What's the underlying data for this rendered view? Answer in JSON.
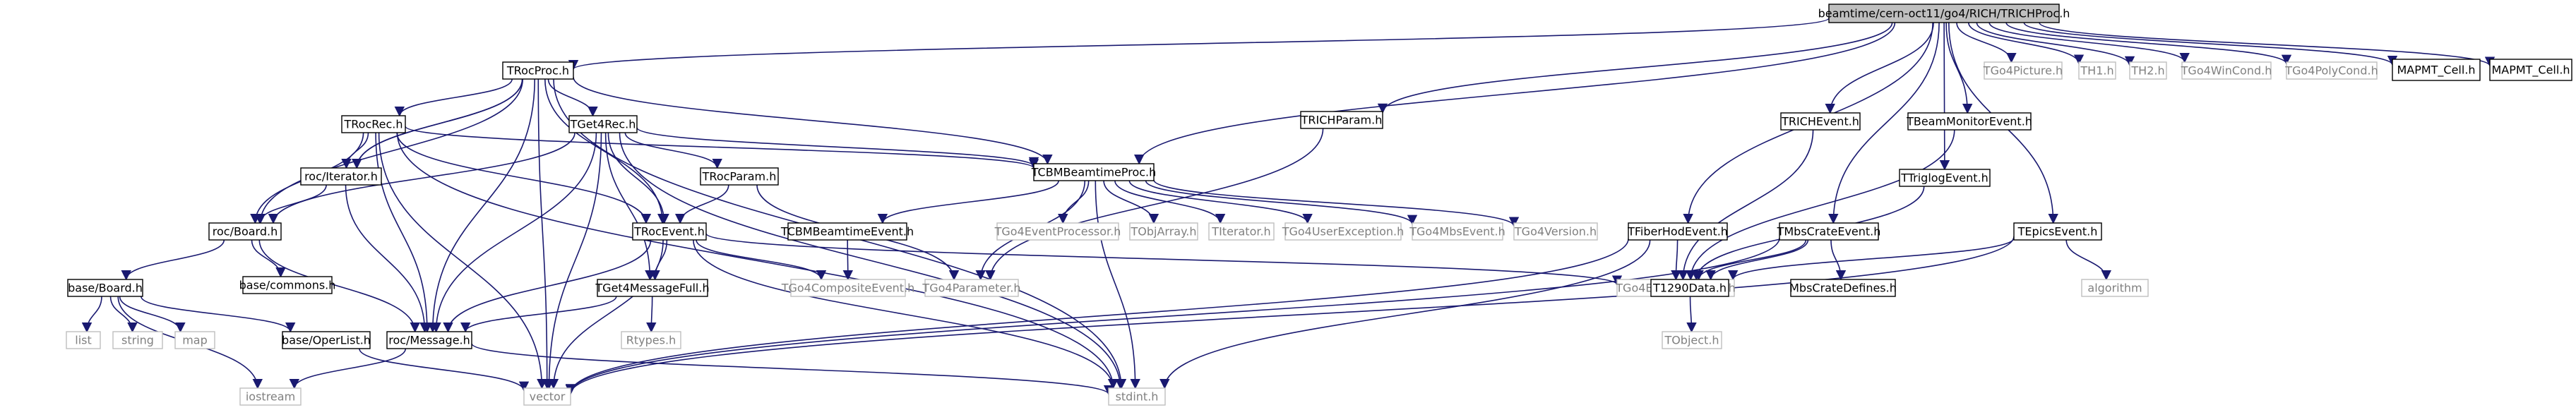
{
  "colors": {
    "edge": "#191970",
    "root_fill": "#bfbfbf",
    "root_stroke": "#000000",
    "doc_fill": "#ffffff",
    "doc_stroke": "#000000",
    "ext_stroke": "#bfbfbf",
    "doc_text": "#000000",
    "ext_text": "#808080"
  },
  "nodes": [
    {
      "id": "root",
      "label": "beamtime/cern-oct11/go4/RICH/TRICHProc.h",
      "kind": "root"
    },
    {
      "id": "trocproc",
      "label": "TRocProc.h",
      "kind": "doc"
    },
    {
      "id": "trichparam",
      "label": "TRICHParam.h",
      "kind": "doc"
    },
    {
      "id": "trichevent",
      "label": "TRICHEvent.h",
      "kind": "doc"
    },
    {
      "id": "tbeammon",
      "label": "TBeamMonitorEvent.h",
      "kind": "doc"
    },
    {
      "id": "ttriglog",
      "label": "TTriglogEvent.h",
      "kind": "doc"
    },
    {
      "id": "tepics",
      "label": "TEpicsEvent.h",
      "kind": "doc"
    },
    {
      "id": "tfiberhod",
      "label": "TFiberHodEvent.h",
      "kind": "doc"
    },
    {
      "id": "tmbscrate",
      "label": "TMbsCrateEvent.h",
      "kind": "doc"
    },
    {
      "id": "tgo4picture",
      "label": "TGo4Picture.h",
      "kind": "ext"
    },
    {
      "id": "th1",
      "label": "TH1.h",
      "kind": "ext"
    },
    {
      "id": "th2",
      "label": "TH2.h",
      "kind": "ext"
    },
    {
      "id": "tgo4wincond",
      "label": "TGo4WinCond.h",
      "kind": "ext"
    },
    {
      "id": "tgo4polycond",
      "label": "TGo4PolyCond.h",
      "kind": "ext"
    },
    {
      "id": "mapmt1",
      "label": "MAPMT_Cell.h",
      "kind": "doc"
    },
    {
      "id": "mapmt2",
      "label": "MAPMT_Cell.h",
      "kind": "doc"
    },
    {
      "id": "troc rec",
      "label": "TRocRec.h",
      "kind": "doc"
    },
    {
      "id": "tget4rec",
      "label": "TGet4Rec.h",
      "kind": "doc"
    },
    {
      "id": "rociter",
      "label": "roc/Iterator.h",
      "kind": "doc"
    },
    {
      "id": "trocparam",
      "label": "TRocParam.h",
      "kind": "doc"
    },
    {
      "id": "tcbmproc",
      "label": "TCBMBeamtimeProc.h",
      "kind": "doc"
    },
    {
      "id": "rocboard",
      "label": "roc/Board.h",
      "kind": "doc"
    },
    {
      "id": "troc event",
      "label": "TRocEvent.h",
      "kind": "doc"
    },
    {
      "id": "tcbmevent",
      "label": "TCBMBeamtimeEvent.h",
      "kind": "doc"
    },
    {
      "id": "tgo4evproc",
      "label": "TGo4EventProcessor.h",
      "kind": "ext"
    },
    {
      "id": "tobjarray",
      "label": "TObjArray.h",
      "kind": "ext"
    },
    {
      "id": "titerator",
      "label": "TIterator.h",
      "kind": "ext"
    },
    {
      "id": "tgo4userexc",
      "label": "TGo4UserException.h",
      "kind": "ext"
    },
    {
      "id": "tgo4mbsevent",
      "label": "TGo4MbsEvent.h",
      "kind": "ext"
    },
    {
      "id": "tgo4version",
      "label": "TGo4Version.h",
      "kind": "ext"
    },
    {
      "id": "basecommons",
      "label": "base/commons.h",
      "kind": "doc"
    },
    {
      "id": "baseboard",
      "label": "base/Board.h",
      "kind": "doc"
    },
    {
      "id": "tget4msgfull",
      "label": "TGet4MessageFull.h",
      "kind": "doc"
    },
    {
      "id": "tgo4composite",
      "label": "TGo4CompositeEvent.h",
      "kind": "ext"
    },
    {
      "id": "tgo4parameter",
      "label": "TGo4Parameter.h",
      "kind": "ext"
    },
    {
      "id": "tgo4evelement",
      "label": "TGo4EventElement.h",
      "kind": "ext"
    },
    {
      "id": "t1290",
      "label": "T1290Data.h",
      "kind": "doc"
    },
    {
      "id": "mbscratedef",
      "label": "MbsCrateDefines.h",
      "kind": "doc"
    },
    {
      "id": "algorithm",
      "label": "algorithm",
      "kind": "ext"
    },
    {
      "id": "list",
      "label": "list",
      "kind": "ext"
    },
    {
      "id": "string",
      "label": "string",
      "kind": "ext"
    },
    {
      "id": "map",
      "label": "map",
      "kind": "ext"
    },
    {
      "id": "baseoperlist",
      "label": "base/OperList.h",
      "kind": "doc"
    },
    {
      "id": "rocmessage",
      "label": "roc/Message.h",
      "kind": "doc"
    },
    {
      "id": "rtypes",
      "label": "Rtypes.h",
      "kind": "ext"
    },
    {
      "id": "tobject",
      "label": "TObject.h",
      "kind": "ext"
    },
    {
      "id": "iostream",
      "label": "iostream",
      "kind": "ext"
    },
    {
      "id": "vector",
      "label": "vector",
      "kind": "ext"
    },
    {
      "id": "stdint",
      "label": "stdint.h",
      "kind": "ext"
    }
  ],
  "edges": [
    [
      "root",
      "trocproc"
    ],
    [
      "root",
      "trichparam"
    ],
    [
      "root",
      "trichevent"
    ],
    [
      "root",
      "tbeammon"
    ],
    [
      "root",
      "ttriglog"
    ],
    [
      "root",
      "tepics"
    ],
    [
      "root",
      "tfiberhod"
    ],
    [
      "root",
      "tmbscrate"
    ],
    [
      "root",
      "tgo4picture"
    ],
    [
      "root",
      "th1"
    ],
    [
      "root",
      "th2"
    ],
    [
      "root",
      "tgo4wincond"
    ],
    [
      "root",
      "tgo4polycond"
    ],
    [
      "root",
      "mapmt1"
    ],
    [
      "root",
      "mapmt2"
    ],
    [
      "root",
      "tcbmproc"
    ],
    [
      "trocproc",
      "troc rec"
    ],
    [
      "trocproc",
      "tget4rec"
    ],
    [
      "trocproc",
      "rociter"
    ],
    [
      "trocproc",
      "tcbmproc"
    ],
    [
      "trocproc",
      "troc event"
    ],
    [
      "trocproc",
      "rocboard"
    ],
    [
      "trocproc",
      "rocmessage"
    ],
    [
      "trocproc",
      "vector"
    ],
    [
      "trocproc",
      "stdint"
    ],
    [
      "troc rec",
      "rociter"
    ],
    [
      "troc rec",
      "rocboard"
    ],
    [
      "troc rec",
      "troc event"
    ],
    [
      "troc rec",
      "rocmessage"
    ],
    [
      "troc rec",
      "tcbmproc"
    ],
    [
      "troc rec",
      "vector"
    ],
    [
      "troc rec",
      "stdint"
    ],
    [
      "tget4rec",
      "trocparam"
    ],
    [
      "tget4rec",
      "troc event"
    ],
    [
      "tget4rec",
      "tget4msgfull"
    ],
    [
      "tget4rec",
      "rocmessage"
    ],
    [
      "tget4rec",
      "rocboard"
    ],
    [
      "tget4rec",
      "tcbmproc"
    ],
    [
      "tget4rec",
      "vector"
    ],
    [
      "tget4rec",
      "stdint"
    ],
    [
      "rociter",
      "rocboard"
    ],
    [
      "rociter",
      "rocmessage"
    ],
    [
      "trocparam",
      "troc event"
    ],
    [
      "trocparam",
      "tgo4parameter"
    ],
    [
      "trichparam",
      "tgo4parameter"
    ],
    [
      "tcbmproc",
      "tcbmevent"
    ],
    [
      "tcbmproc",
      "tgo4evproc"
    ],
    [
      "tcbmproc",
      "tobjarray"
    ],
    [
      "tcbmproc",
      "titerator"
    ],
    [
      "tcbmproc",
      "tgo4userexc"
    ],
    [
      "tcbmproc",
      "tgo4mbsevent"
    ],
    [
      "tcbmproc",
      "tgo4version"
    ],
    [
      "tcbmproc",
      "tgo4parameter"
    ],
    [
      "tcbmevent",
      "tgo4composite"
    ],
    [
      "rocboard",
      "basecommons"
    ],
    [
      "rocboard",
      "baseboard"
    ],
    [
      "rocboard",
      "rocmessage"
    ],
    [
      "troc event",
      "tget4msgfull"
    ],
    [
      "troc event",
      "rocmessage"
    ],
    [
      "troc event",
      "tgo4composite"
    ],
    [
      "troc event",
      "tgo4evelement"
    ],
    [
      "troc event",
      "vector"
    ],
    [
      "troc event",
      "stdint"
    ],
    [
      "tget4msgfull",
      "rocmessage"
    ],
    [
      "tget4msgfull",
      "rtypes"
    ],
    [
      "baseboard",
      "list"
    ],
    [
      "baseboard",
      "string"
    ],
    [
      "baseboard",
      "map"
    ],
    [
      "baseboard",
      "baseoperlist"
    ],
    [
      "baseboard",
      "iostream"
    ],
    [
      "baseoperlist",
      "vector"
    ],
    [
      "rocmessage",
      "iostream"
    ],
    [
      "rocmessage",
      "stdint"
    ],
    [
      "trichevent",
      "tgo4evelement"
    ],
    [
      "tbeammon",
      "tgo4evelement"
    ],
    [
      "ttriglog",
      "tgo4evelement"
    ],
    [
      "tepics",
      "tgo4evelement"
    ],
    [
      "tepics",
      "algorithm"
    ],
    [
      "tepics",
      "vector"
    ],
    [
      "tfiberhod",
      "tgo4evelement"
    ],
    [
      "tfiberhod",
      "vector"
    ],
    [
      "tfiberhod",
      "stdint"
    ],
    [
      "tmbscrate",
      "t1290"
    ],
    [
      "tmbscrate",
      "mbscratedef"
    ],
    [
      "tmbscrate",
      "tgo4evelement"
    ],
    [
      "tmbscrate",
      "vector"
    ],
    [
      "t1290",
      "tobject"
    ],
    [
      "tcbmproc",
      "stdint"
    ],
    [
      "trocproc",
      "rociter"
    ]
  ]
}
